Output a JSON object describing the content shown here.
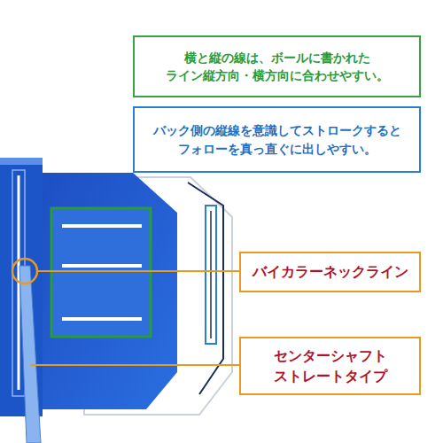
{
  "diagram": {
    "nodes": [
      {
        "text": [
          "横と縦の線は、ボールに書かれた ライン縦方向・横方向に合わせやすい。"
        ]
      },
      {
        "text": [
          "バック側の縦線を意識してストロークすると フォローを真っ直ぐに出しやすい。"
        ]
      },
      {
        "text": [
          "バイカラーネックライン"
        ]
      },
      {
        "text": [
          "センターシャフト ストレートタイプ"
        ]
      }
    ],
    "edges": []
  }
}
